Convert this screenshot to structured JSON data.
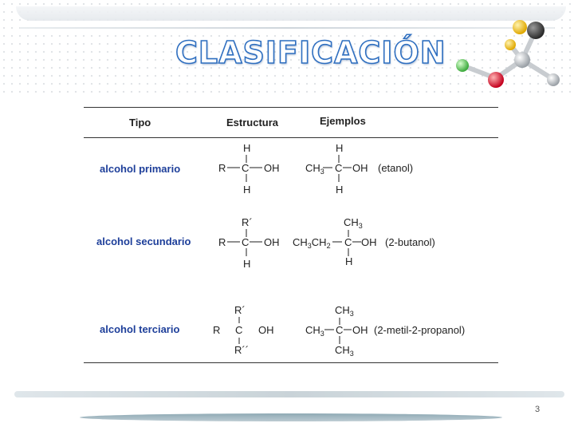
{
  "title": "CLASIFICACIÓN",
  "table": {
    "headers": {
      "tipo": "Tipo",
      "estructura": "Estructura",
      "ejemplos": "Ejemplos"
    },
    "rows": [
      {
        "tipo": "alcohol primario",
        "estructura": {
          "top": "H",
          "left": "R",
          "center": "C",
          "right": "OH",
          "bottom": "H"
        },
        "ejemplo": {
          "top": "H",
          "left": "CH3",
          "center": "C",
          "right": "OH",
          "bottom": "H",
          "name": "(etanol)"
        }
      },
      {
        "tipo": "alcohol secundario",
        "estructura": {
          "top": "R´",
          "left": "R",
          "center": "C",
          "right": "OH",
          "bottom": "H"
        },
        "ejemplo": {
          "top": "CH3",
          "left": "CH3CH2",
          "center": "C",
          "right": "OH",
          "bottom": "H",
          "name": "(2-butanol)"
        }
      },
      {
        "tipo": "alcohol terciario",
        "estructura": {
          "top": "R´",
          "left": "R",
          "center": "C",
          "right": "OH",
          "bottom": "R´´"
        },
        "ejemplo": {
          "top": "CH3",
          "left": "CH3",
          "center": "C",
          "right": "OH",
          "bottom": "CH3",
          "name": "(2-metil-2-propanol)"
        }
      }
    ]
  },
  "page_number": "3",
  "colors": {
    "title_outline": "#2f6fc0",
    "type_label": "#1e3f9a"
  }
}
